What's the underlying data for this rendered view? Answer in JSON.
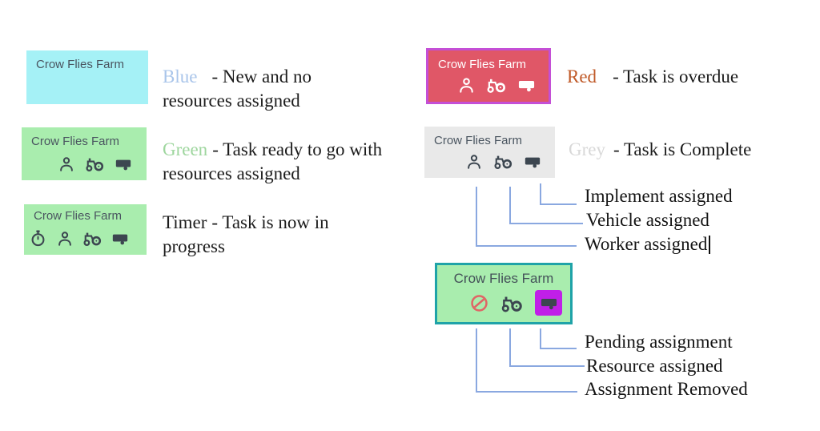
{
  "cards": [
    {
      "title": "Crow Flies Farm",
      "state": "new",
      "icons": []
    },
    {
      "title": "Crow Flies Farm",
      "state": "ready",
      "icons": [
        "person-icon",
        "tractor-icon",
        "trailer-icon"
      ]
    },
    {
      "title": "Crow Flies Farm",
      "state": "in-progress",
      "icons": [
        "stopwatch-icon",
        "person-icon",
        "tractor-icon",
        "trailer-icon"
      ]
    },
    {
      "title": "Crow Flies Farm",
      "state": "overdue",
      "icons": [
        "person-icon",
        "tractor-icon",
        "trailer-icon"
      ]
    },
    {
      "title": "Crow Flies Farm",
      "state": "complete",
      "icons": [
        "person-icon",
        "tractor-icon",
        "trailer-icon"
      ]
    },
    {
      "title": "Crow Flies Farm",
      "state": "pending",
      "icons": [
        "no-entry-icon",
        "tractor-icon",
        "trailer-icon"
      ]
    }
  ],
  "legend_entries": [
    {
      "term": "Blue",
      "text": "- New and no resources assigned"
    },
    {
      "term": "Green",
      "text": "- Task ready to go with resources assigned"
    },
    {
      "term": "Timer",
      "text": "- Task is now in progress"
    },
    {
      "term": "Red",
      "text": "- Task is overdue"
    },
    {
      "term": "Grey",
      "text": "- Task is Complete"
    }
  ],
  "callouts": {
    "complete_card": [
      {
        "label": "Implement assigned"
      },
      {
        "label": "Vehicle assigned"
      },
      {
        "label": "Worker assigned"
      }
    ],
    "pending_card": [
      {
        "label": "Pending assignment"
      },
      {
        "label": "Resource assigned"
      },
      {
        "label": "Assignment Removed"
      }
    ]
  },
  "colors": {
    "card_blue_bg": "#a5f1f6",
    "card_green_bg": "#a9edae",
    "card_red_bg": "#e05767",
    "card_red_border": "#c44fd6",
    "card_grey_bg": "#e9e9e9",
    "card_pending_border": "#1fa3a8",
    "pending_box_bg": "#c01fe8",
    "no_entry_icon": "#e06565",
    "callout_line": "#8aa8e0",
    "term_blue": "#a9c5ea",
    "term_green": "#9ed69e",
    "term_red": "#c05a28",
    "term_grey": "#d8d8d8",
    "card_title_text": "#4a5560",
    "icon_dark": "#3c4650"
  }
}
